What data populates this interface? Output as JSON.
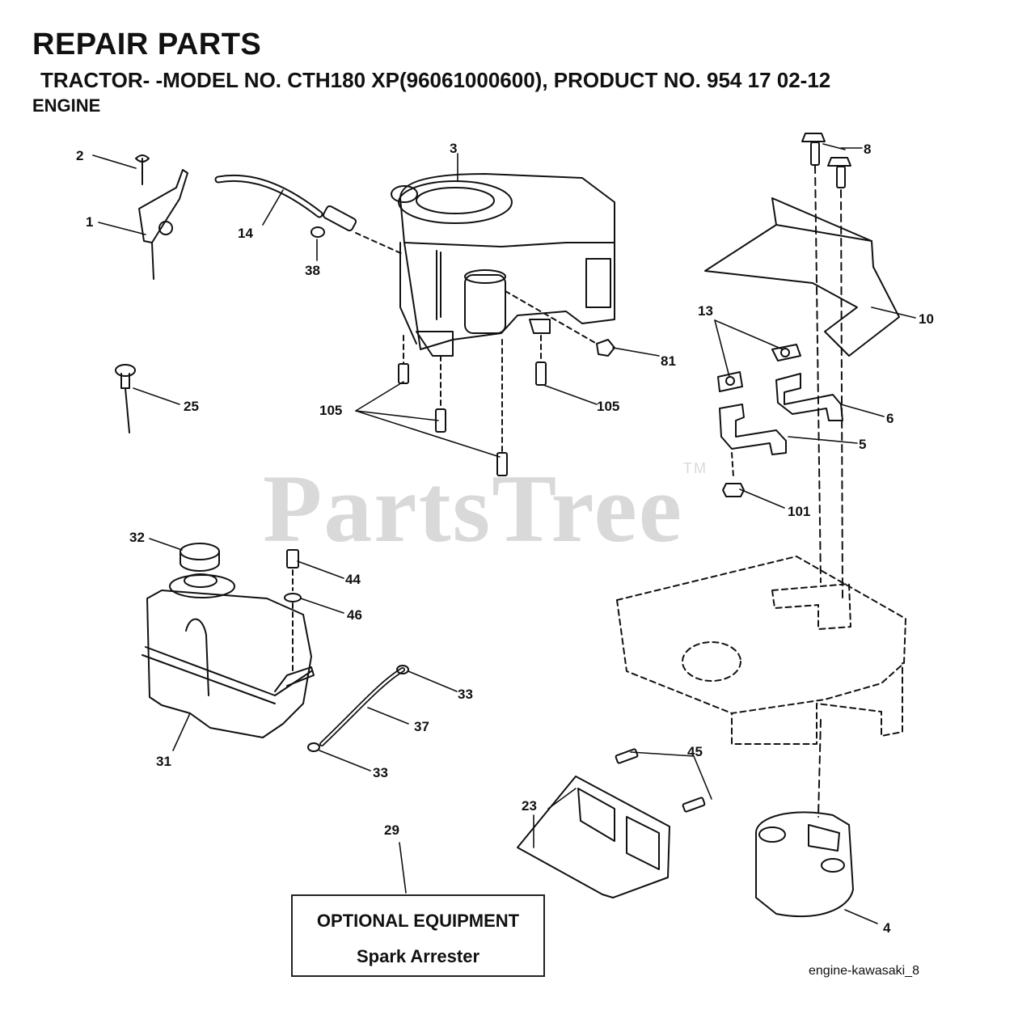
{
  "header": {
    "title": "REPAIR PARTS",
    "model_line": " TRACTOR- -MODEL NO. CTH180 XP(96061000600), PRODUCT NO. 954 17 02-12",
    "section": "ENGINE"
  },
  "watermark": {
    "text": "PartsTree",
    "mark": "TM"
  },
  "optional_box": {
    "title": "OPTIONAL EQUIPMENT",
    "item": "Spark Arrester"
  },
  "diagram_id": "engine-kawasaki_8",
  "callouts": {
    "c1": "1",
    "c2": "2",
    "c3": "3",
    "c4": "4",
    "c5": "5",
    "c6": "6",
    "c8": "8",
    "c10": "10",
    "c13": "13",
    "c14": "14",
    "c23": "23",
    "c25": "25",
    "c29": "29",
    "c31": "31",
    "c32": "32",
    "c33a": "33",
    "c33b": "33",
    "c37": "37",
    "c38": "38",
    "c44": "44",
    "c45": "45",
    "c46": "46",
    "c81": "81",
    "c101": "101",
    "c105a": "105",
    "c105b": "105"
  }
}
